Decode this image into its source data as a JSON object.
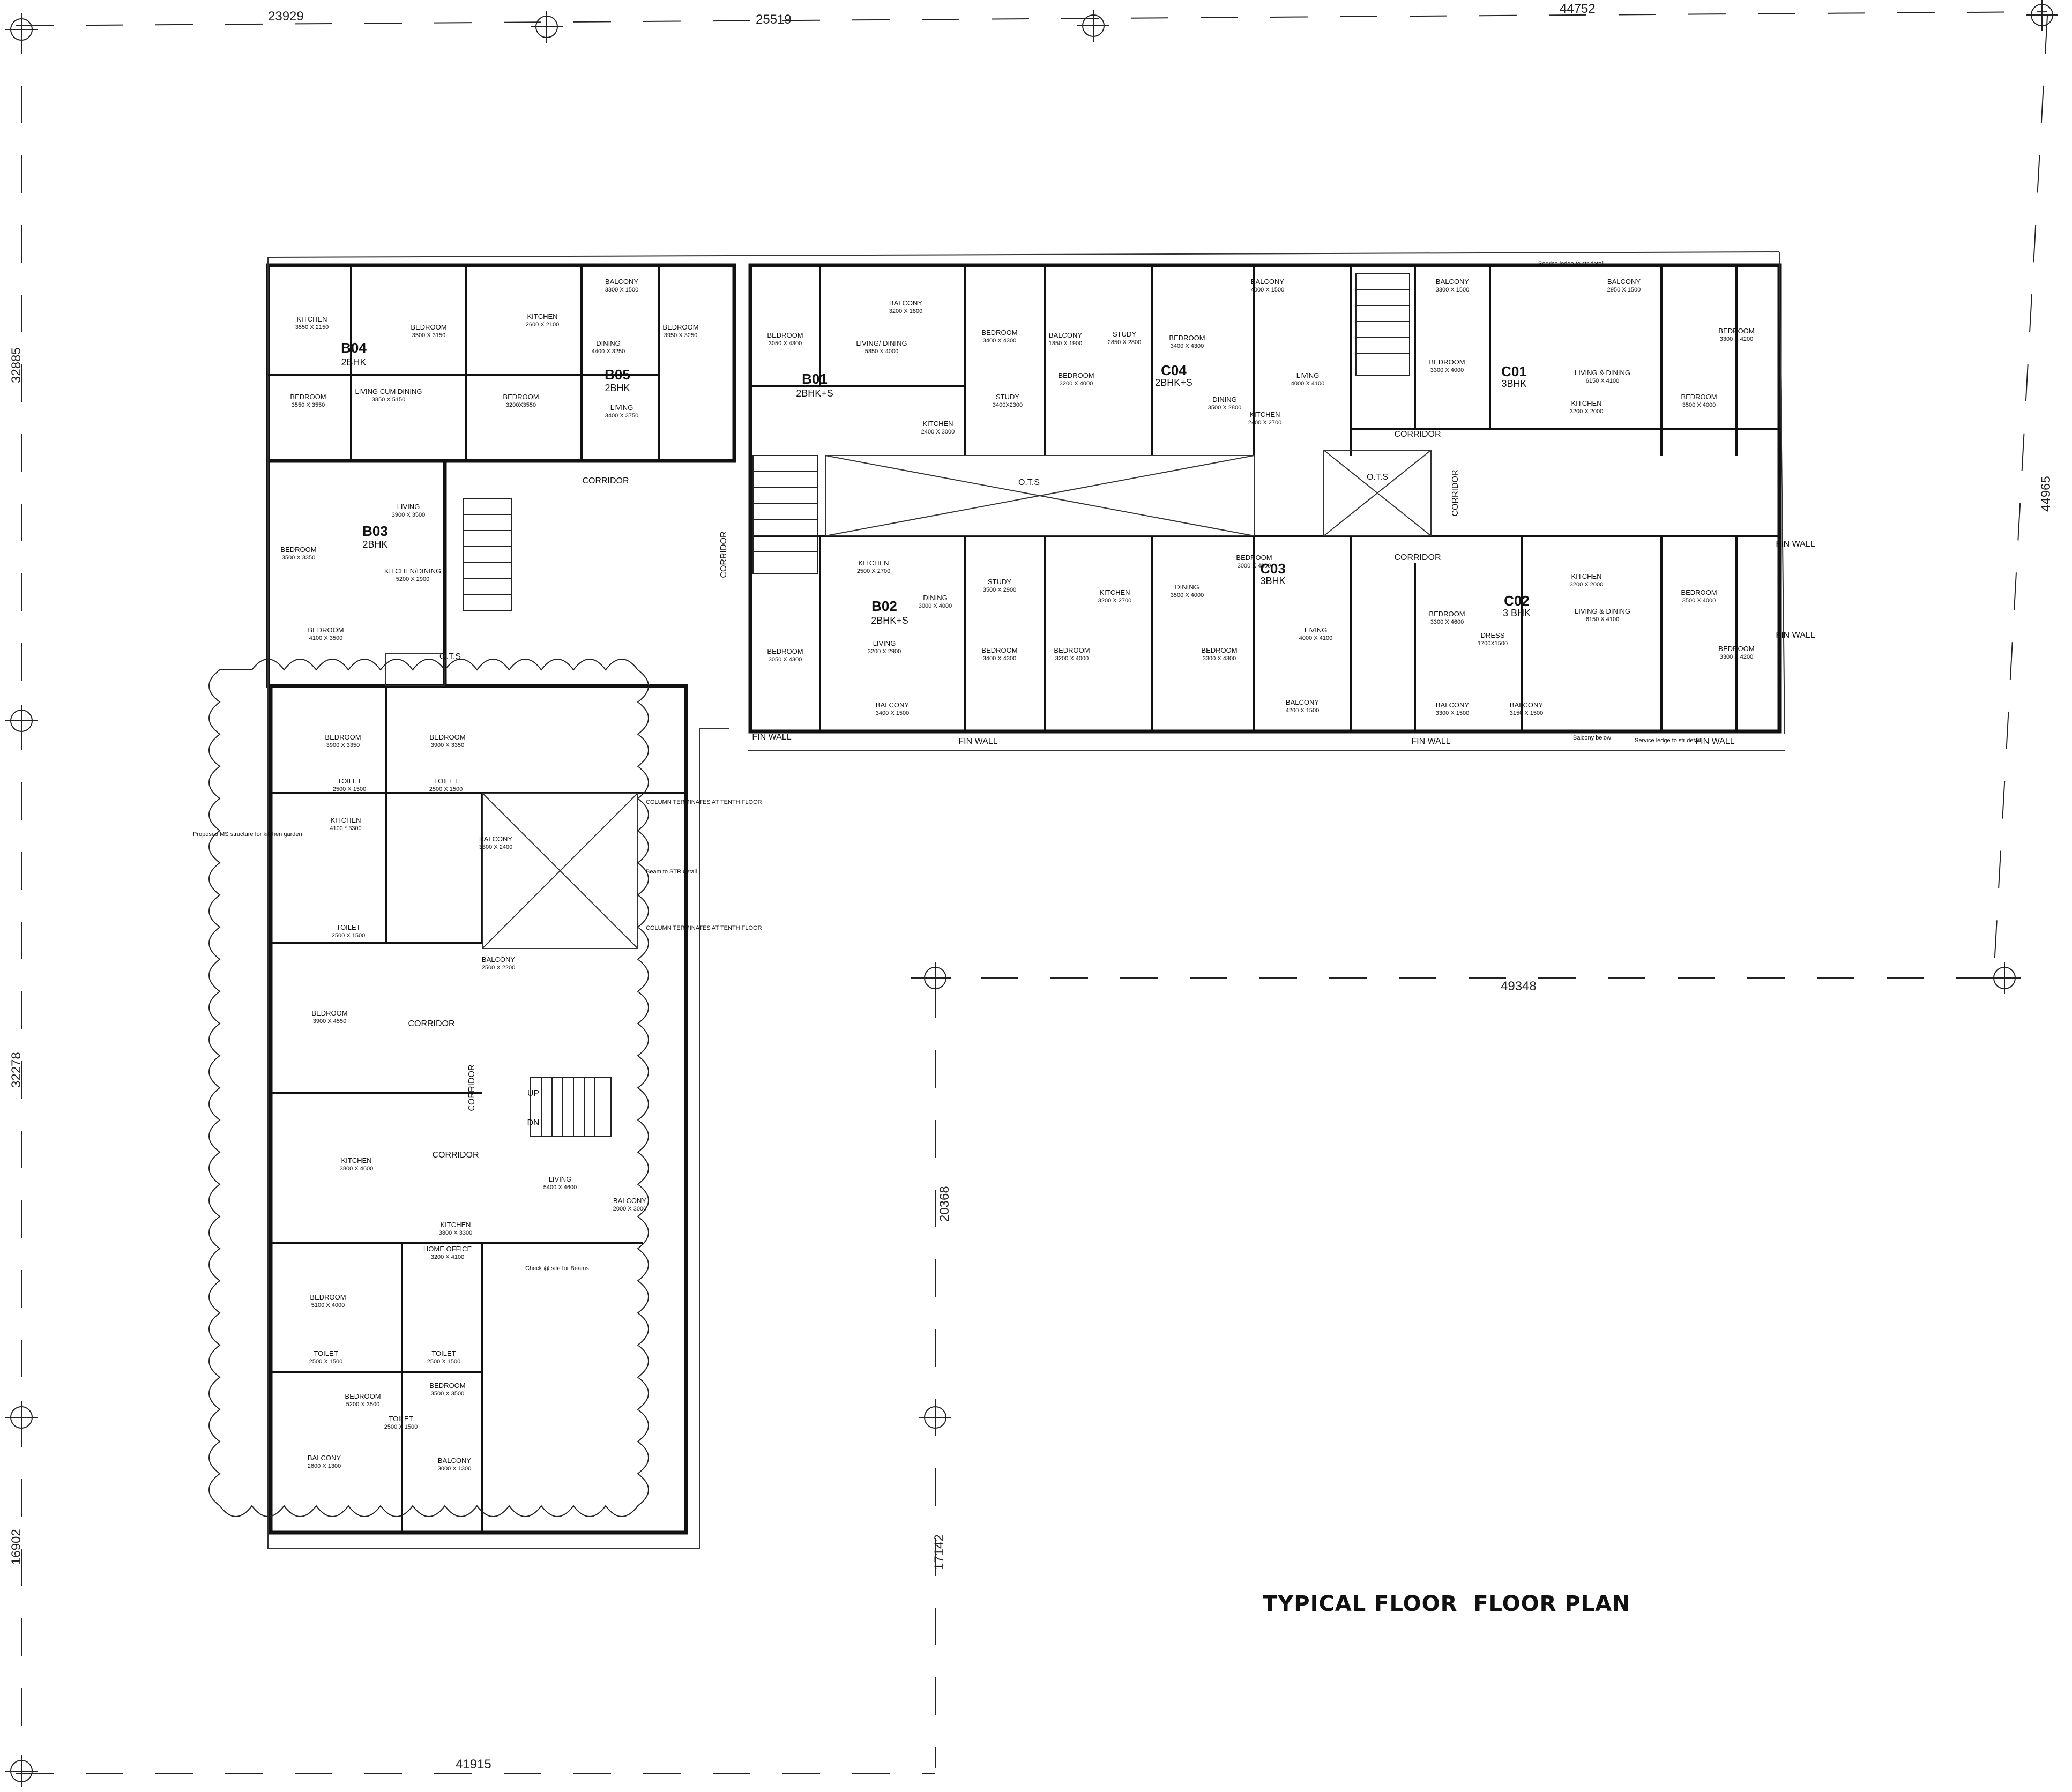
{
  "title": "TYPICAL FLOOR  FLOOR PLAN",
  "dimensions": {
    "top_a": "23929",
    "top_b": "25519",
    "top_c": "44752",
    "left_a": "32885",
    "left_b": "32278",
    "left_c": "16902",
    "right_a": "44965",
    "mid_h": "49348",
    "mid_v_a": "20368",
    "mid_v_b": "17142",
    "bottom": "41915"
  },
  "units": [
    {
      "code": "B04",
      "type": "2BHK"
    },
    {
      "code": "B05",
      "type": "2BHK"
    },
    {
      "code": "B03",
      "type": "2BHK"
    },
    {
      "code": "B01",
      "type": "2BHK+S"
    },
    {
      "code": "B02",
      "type": "2BHK+S"
    },
    {
      "code": "C04",
      "type": "2BHK+S"
    },
    {
      "code": "C03",
      "type": "3BHK"
    },
    {
      "code": "C01",
      "type": "3BHK"
    },
    {
      "code": "C02",
      "type": "3 BHK"
    }
  ],
  "circulation": {
    "corridor": "CORRIDOR",
    "ots": "O.T.S",
    "up": "UP",
    "dn": "DN",
    "fin_wall": "FIN WALL"
  },
  "rooms": [
    {
      "name": "KITCHEN",
      "size": "3550 X 2150"
    },
    {
      "name": "BEDROOM",
      "size": "3500 X 3150"
    },
    {
      "name": "LIVING CUM DINING",
      "size": "3850 X 5150"
    },
    {
      "name": "BEDROOM",
      "size": "3550 X 3550"
    },
    {
      "name": "KITCHEN",
      "size": "2600 X 2100"
    },
    {
      "name": "DINING",
      "size": "4400 X 3250"
    },
    {
      "name": "BALCONY",
      "size": "3300 X 1500"
    },
    {
      "name": "BEDROOM",
      "size": "3950 X 3250"
    },
    {
      "name": "LIVING",
      "size": "3400 X 3750"
    },
    {
      "name": "BEDROOM",
      "size": "3200X3550"
    },
    {
      "name": "LIVING",
      "size": "3900 X 3500"
    },
    {
      "name": "KITCHEN/DINING",
      "size": "5200 X 2900"
    },
    {
      "name": "BEDROOM",
      "size": "3500 X 3350"
    },
    {
      "name": "BEDROOM",
      "size": "4100 X 3500"
    },
    {
      "name": "BEDROOM",
      "size": "3050 X 4300"
    },
    {
      "name": "LIVING/ DINING",
      "size": "5850 X 4000"
    },
    {
      "name": "BALCONY",
      "size": "3200 X 1800"
    },
    {
      "name": "KITCHEN",
      "size": "2400 X 3000"
    },
    {
      "name": "BEDROOM",
      "size": "3400 X 4300"
    },
    {
      "name": "STUDY",
      "size": "3400X2300"
    },
    {
      "name": "BALCONY",
      "size": "1850 X 1900"
    },
    {
      "name": "STUDY",
      "size": "2850 X 2800"
    },
    {
      "name": "BEDROOM",
      "size": "3400 X 4300"
    },
    {
      "name": "BEDROOM",
      "size": "3200 X 4000"
    },
    {
      "name": "DINING",
      "size": "3500 X 2800"
    },
    {
      "name": "BALCONY",
      "size": "4000 X 1500"
    },
    {
      "name": "LIVING",
      "size": "4000 X 4100"
    },
    {
      "name": "KITCHEN",
      "size": "2400 X 2700"
    },
    {
      "name": "BALCONY",
      "size": "3300 X 1500"
    },
    {
      "name": "BEDROOM",
      "size": "3300 X 4000"
    },
    {
      "name": "BALCONY",
      "size": "2950 X 1500"
    },
    {
      "name": "LIVING & DINING",
      "size": "6150 X 4100"
    },
    {
      "name": "KITCHEN",
      "size": "3200 X 2000"
    },
    {
      "name": "BEDROOM",
      "size": "3300 X 4200"
    },
    {
      "name": "BEDROOM",
      "size": "3500 X 4000"
    },
    {
      "name": "KITCHEN",
      "size": "2500 X 2700"
    },
    {
      "name": "DINING",
      "size": "3000 X 4000"
    },
    {
      "name": "STUDY",
      "size": "3500 X 2900"
    },
    {
      "name": "LIVING",
      "size": "3200 X 2900"
    },
    {
      "name": "BEDROOM",
      "size": "3050 X 4300"
    },
    {
      "name": "BEDROOM",
      "size": "3400 X 4300"
    },
    {
      "name": "BALCONY",
      "size": "3400 X 1500"
    },
    {
      "name": "KITCHEN",
      "size": "3200 X 2700"
    },
    {
      "name": "DINING",
      "size": "3500 X 4000"
    },
    {
      "name": "BEDROOM",
      "size": "3000 X 4600"
    },
    {
      "name": "LIVING",
      "size": "4000 X 4100"
    },
    {
      "name": "BEDROOM",
      "size": "3200 X 4000"
    },
    {
      "name": "BEDROOM",
      "size": "3300 X 4300"
    },
    {
      "name": "BALCONY",
      "size": "4200 X 1500"
    },
    {
      "name": "BEDROOM",
      "size": "3300 X 4600"
    },
    {
      "name": "DRESS",
      "size": "1700X1500"
    },
    {
      "name": "BALCONY",
      "size": "3300 X 1500"
    },
    {
      "name": "BALCONY",
      "size": "3150 X 1500"
    },
    {
      "name": "KITCHEN",
      "size": "3200 X 2000"
    },
    {
      "name": "LIVING & DINING",
      "size": "6150 X 4100"
    },
    {
      "name": "BEDROOM",
      "size": "3500 X 4000"
    },
    {
      "name": "BEDROOM",
      "size": "3300 X 4200"
    },
    {
      "name": "BEDROOM",
      "size": "3900 X 3350"
    },
    {
      "name": "BEDROOM",
      "size": "3900 X 3350"
    },
    {
      "name": "TOILET",
      "size": "2500 X 1500"
    },
    {
      "name": "TOILET",
      "size": "2500 X 1500"
    },
    {
      "name": "KITCHEN",
      "size": "4100 * 3300"
    },
    {
      "name": "BALCONY",
      "size": "3300 X 2400"
    },
    {
      "name": "TOILET",
      "size": "2500 X 1500"
    },
    {
      "name": "BALCONY",
      "size": "2500 X 2200"
    },
    {
      "name": "BEDROOM",
      "size": "3900 X 4550"
    },
    {
      "name": "KITCHEN",
      "size": "3800 X 4600"
    },
    {
      "name": "LIVING",
      "size": "5400 X 4600"
    },
    {
      "name": "BALCONY",
      "size": "2000 X 3000"
    },
    {
      "name": "KITCHEN",
      "size": "3800 X 3300"
    },
    {
      "name": "HOME OFFICE",
      "size": "3200 X 4100"
    },
    {
      "name": "BEDROOM",
      "size": "5100 X 4000"
    },
    {
      "name": "TOILET",
      "size": "2500 X 1500"
    },
    {
      "name": "TOILET",
      "size": "2500 X 1500"
    },
    {
      "name": "BEDROOM",
      "size": "5200 X 3500"
    },
    {
      "name": "TOILET",
      "size": "2500 X 1500"
    },
    {
      "name": "BEDROOM",
      "size": "3500 X 3500"
    },
    {
      "name": "BALCONY",
      "size": "2600 X 1300"
    },
    {
      "name": "BALCONY",
      "size": "3000 X 1300"
    }
  ],
  "notes": [
    "Service ledge to str detail",
    "Proposed MS structure for kitchen garden",
    "COLUMN TERMINATES AT TENTH FLOOR",
    "COLUMN TERMINATES AT TENTH FLOOR",
    "Beam to STR detail",
    "Check @ site for Beams",
    "Balcony below",
    "Service ledge to str detail"
  ]
}
